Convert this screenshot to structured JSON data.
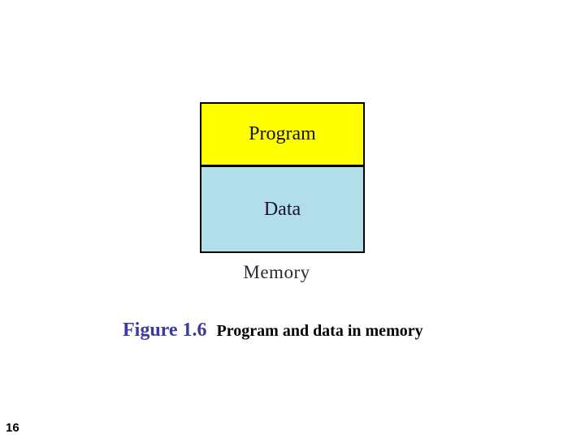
{
  "page_number": "16",
  "caption": {
    "figure_label": "Figure 1.6",
    "figure_title": "Program and data in memory"
  },
  "diagram": {
    "memory_label": "Memory",
    "sections": [
      {
        "label": "Program",
        "color": "#FFFF00"
      },
      {
        "label": "Data",
        "color": "#B2DEE9"
      }
    ],
    "border_color": "#000000"
  },
  "colors": {
    "background": "#FFFFFF",
    "figure_label_blue": "#3B3B9D",
    "label_text": "#141432"
  }
}
